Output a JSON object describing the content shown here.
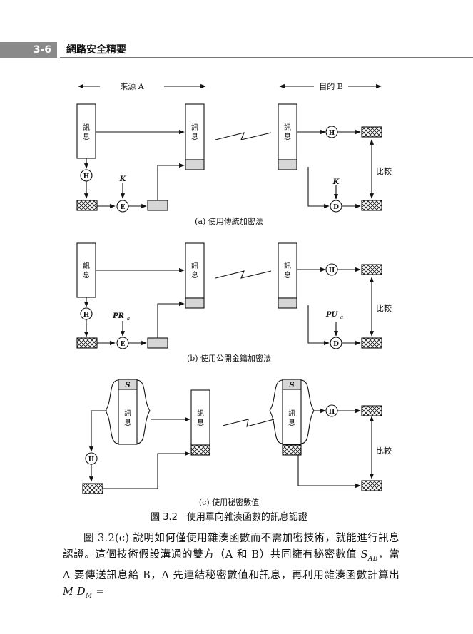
{
  "header": {
    "page_number": "3-6",
    "book_title": "網路安全精要"
  },
  "diagram": {
    "source_label": "來源 A",
    "dest_label": "目的 B",
    "message_top": "訊",
    "message_bottom": "息",
    "hash_symbol": "H",
    "encrypt_symbol": "E",
    "decrypt_symbol": "D",
    "compare_label": "比較",
    "secret_symbol": "S",
    "panel_a": {
      "key_enc": "K",
      "key_dec": "K",
      "caption": "(a) 使用傳統加密法"
    },
    "panel_b": {
      "key_enc_main": "PR",
      "key_enc_sub": "a",
      "key_dec_main": "PU",
      "key_dec_sub": "a",
      "caption": "(b) 使用公開金鑰加密法"
    },
    "panel_c": {
      "caption": "(c) 使用秘密數值"
    },
    "figure_caption": "圖 3.2　使用單向雜湊函數的訊息認證"
  },
  "body": {
    "text_1": "圖 3.2(c) 說明如何僅使用雜湊函數而不需加密技術，就能進行訊息認證。這個技術假設溝通的雙方（A 和 B）共同擁有秘密數值 ",
    "var_s": "S",
    "sub_ab": "AB",
    "text_2": "，當 A 要傳送訊息給 B，A 先連結秘密數值和訊息，再利用雜湊函數計算出 ",
    "var_md": "M D",
    "sub_m": "M",
    "text_3": " ="
  }
}
